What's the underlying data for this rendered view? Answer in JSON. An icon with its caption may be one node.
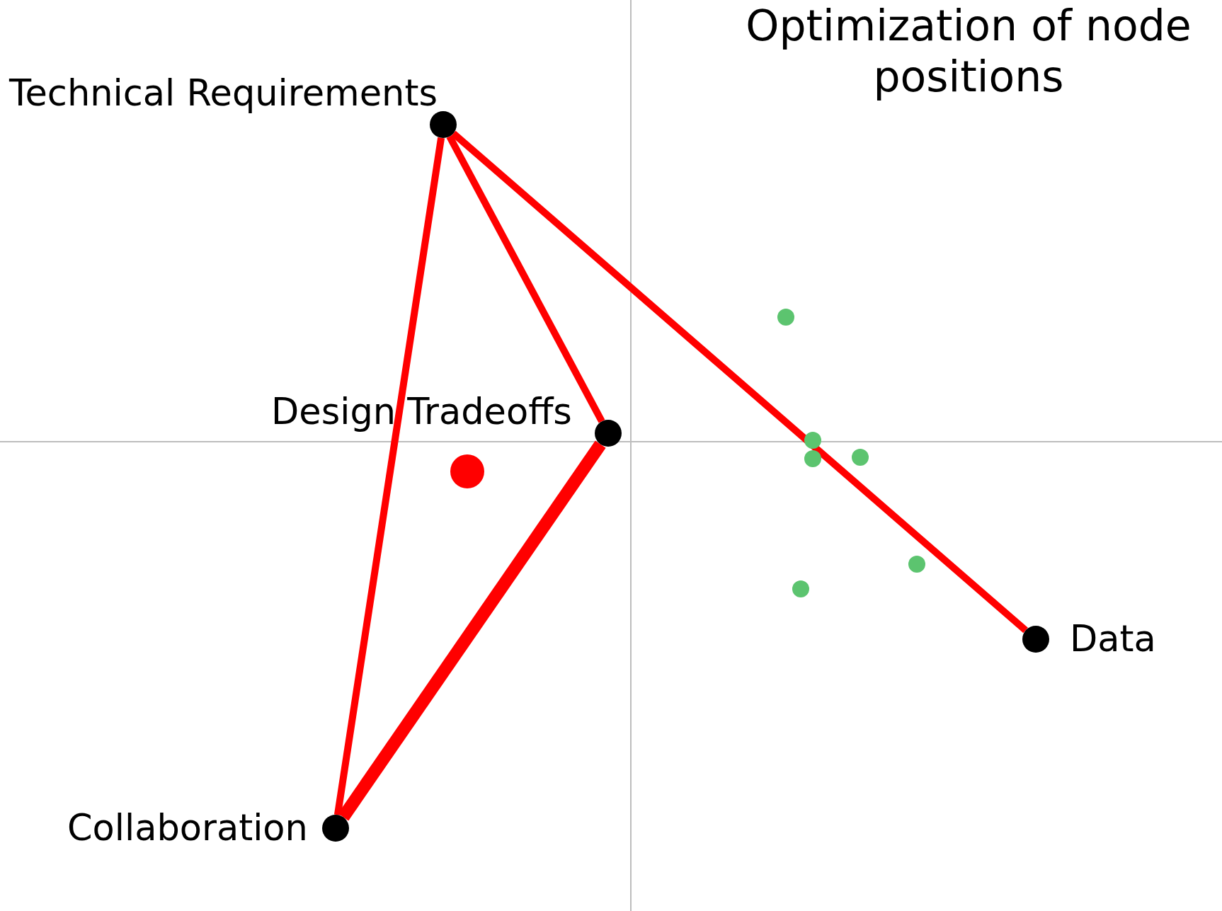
{
  "diagram": {
    "title": "Optimization of node positions",
    "nodes": [
      {
        "text": [
          "Technical Requirements"
        ]
      },
      {
        "text": [
          "Design Tradeoffs"
        ]
      },
      {
        "text": [
          "Collaboration"
        ]
      },
      {
        "text": [
          "Data"
        ]
      },
      {
        "text": [],
        "shape": "circle"
      },
      {
        "text": [],
        "shape": "circle"
      },
      {
        "text": [],
        "shape": "circle"
      },
      {
        "text": [],
        "shape": "circle"
      },
      {
        "text": [],
        "shape": "circle"
      },
      {
        "text": [],
        "shape": "circle"
      },
      {
        "text": [],
        "shape": "circle"
      }
    ],
    "edges": [
      {
        "from": 0,
        "to": 2,
        "arrow": "none"
      },
      {
        "from": 0,
        "to": 1,
        "arrow": "none"
      },
      {
        "from": 0,
        "to": 3,
        "arrow": "none"
      },
      {
        "from": 1,
        "to": 2,
        "arrow": "none",
        "style": "thick"
      }
    ]
  }
}
